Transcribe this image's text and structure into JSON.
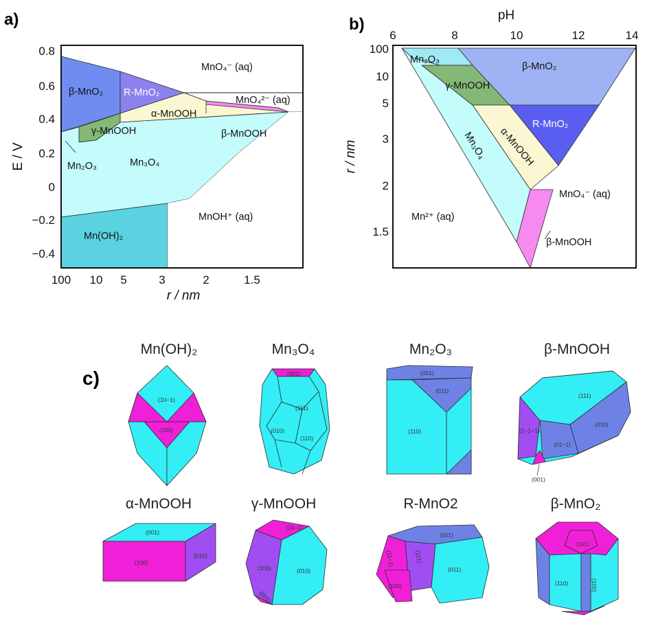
{
  "colors": {
    "cyan": "#79eef0",
    "cyan_light": "#c4fbfb",
    "blue_mno2": "#6f8df0",
    "violet_r": "#8b82ee",
    "pale_yellow": "#fbf7d2",
    "pink": "#f68af1",
    "green": "#83b876",
    "teal": "#5bd2e0",
    "lilac": "#9fb3f4",
    "royal": "#5a5ef0",
    "magenta": "#f020d8",
    "purple": "#a04ef2",
    "facet_cyan": "#33eef5",
    "facet_blue": "#6e82e6"
  },
  "panel_a": {
    "label": "a)",
    "ylabel": "E / V",
    "xlabel": "r / nm",
    "yticks": [
      "0.8",
      "0.6",
      "0.4",
      "0.2",
      "0",
      "−0.2",
      "−0.4"
    ],
    "xticks": [
      "100",
      "10",
      "5",
      "3",
      "2",
      "1.5"
    ],
    "regions": {
      "mno4": "MnO₄⁻ (aq)",
      "beta_mno2": "β-MnO₂",
      "r_mno2": "R-MnO₂",
      "mno4_2": "MnO₄²⁻ (aq)",
      "alpha_mnooh": "α-MnOOH",
      "gamma_mnooh": "γ-MnOOH",
      "beta_mnooh": "β-MnOOH",
      "mn2o3": "Mn₂O₃",
      "mn3o4": "Mn₃O₄",
      "mnoh_plus": "MnOH⁺ (aq)",
      "mnoh2": "Mn(OH)₂"
    }
  },
  "panel_b": {
    "label": "b)",
    "xlabel": "pH",
    "ylabel": "r / nm",
    "xticks": [
      "6",
      "8",
      "10",
      "12",
      "14"
    ],
    "yticks": [
      "100",
      "10",
      "5",
      "3",
      "2",
      "1.5"
    ],
    "regions": {
      "mn2o3": "Mn₂O₃",
      "beta_mno2": "β-MnO₂",
      "gamma_mnooh": "γ-MnOOH",
      "r_mno2": "R-MnO₂",
      "mn3o4": "Mn₃O₄",
      "alpha_mnooh": "α-MnOOH",
      "mno4": "MnO₄⁻ (aq)",
      "mn2plus": "Mn²⁺ (aq)",
      "beta_mnooh": "β-MnOOH"
    }
  },
  "panel_c": {
    "label": "c)",
    "crystals": [
      {
        "title": "Mn(OH)₂",
        "faces": [
          "(10−1)",
          "(100)"
        ]
      },
      {
        "title": "Mn₃O₄",
        "faces": [
          "(001)",
          "(111)",
          "(010)",
          "(110)"
        ]
      },
      {
        "title": "Mn₂O₃",
        "faces": [
          "(001)",
          "(011)",
          "(110)"
        ]
      },
      {
        "title": "β-MnOOH",
        "faces": [
          "(111)",
          "(010)",
          "(1−1−1)",
          "(01−1)",
          "(001)"
        ]
      },
      {
        "title": "α-MnOOH",
        "faces": [
          "(001)",
          "(100)",
          "(010)"
        ]
      },
      {
        "title": "γ-MnOOH",
        "faces": [
          "(10−1)",
          "(100)",
          "(010)",
          "(001)"
        ]
      },
      {
        "title": "R-MnO2",
        "faces": [
          "(001)",
          "(11−1)",
          "(111)",
          "(100)",
          "(011)"
        ]
      },
      {
        "title": "β-MnO₂",
        "faces": [
          "(101)",
          "(110)",
          "(100)"
        ]
      }
    ]
  }
}
